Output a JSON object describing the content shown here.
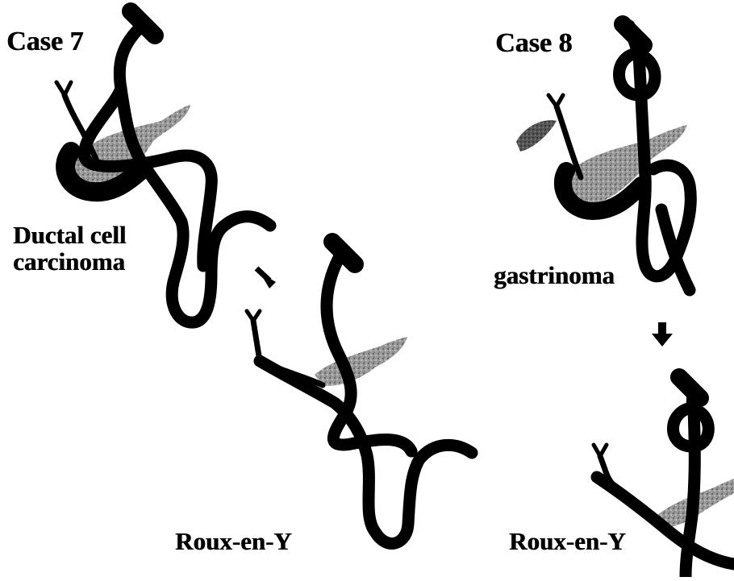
{
  "figure": {
    "panels": [
      {
        "title": "Case 7",
        "diagnosis": [
          "Ductal cell",
          "carcinoma"
        ],
        "procedure": "Roux-en-Y"
      },
      {
        "title": "Case 8",
        "diagnosis": [
          "gastrinoma"
        ],
        "procedure": "Roux-en-Y"
      }
    ],
    "colors": {
      "ink": "#000000",
      "pancreas_shade": "#8a8a8a",
      "background": "#ffffff"
    },
    "icons": {
      "transition": "down-arrow-icon"
    }
  }
}
